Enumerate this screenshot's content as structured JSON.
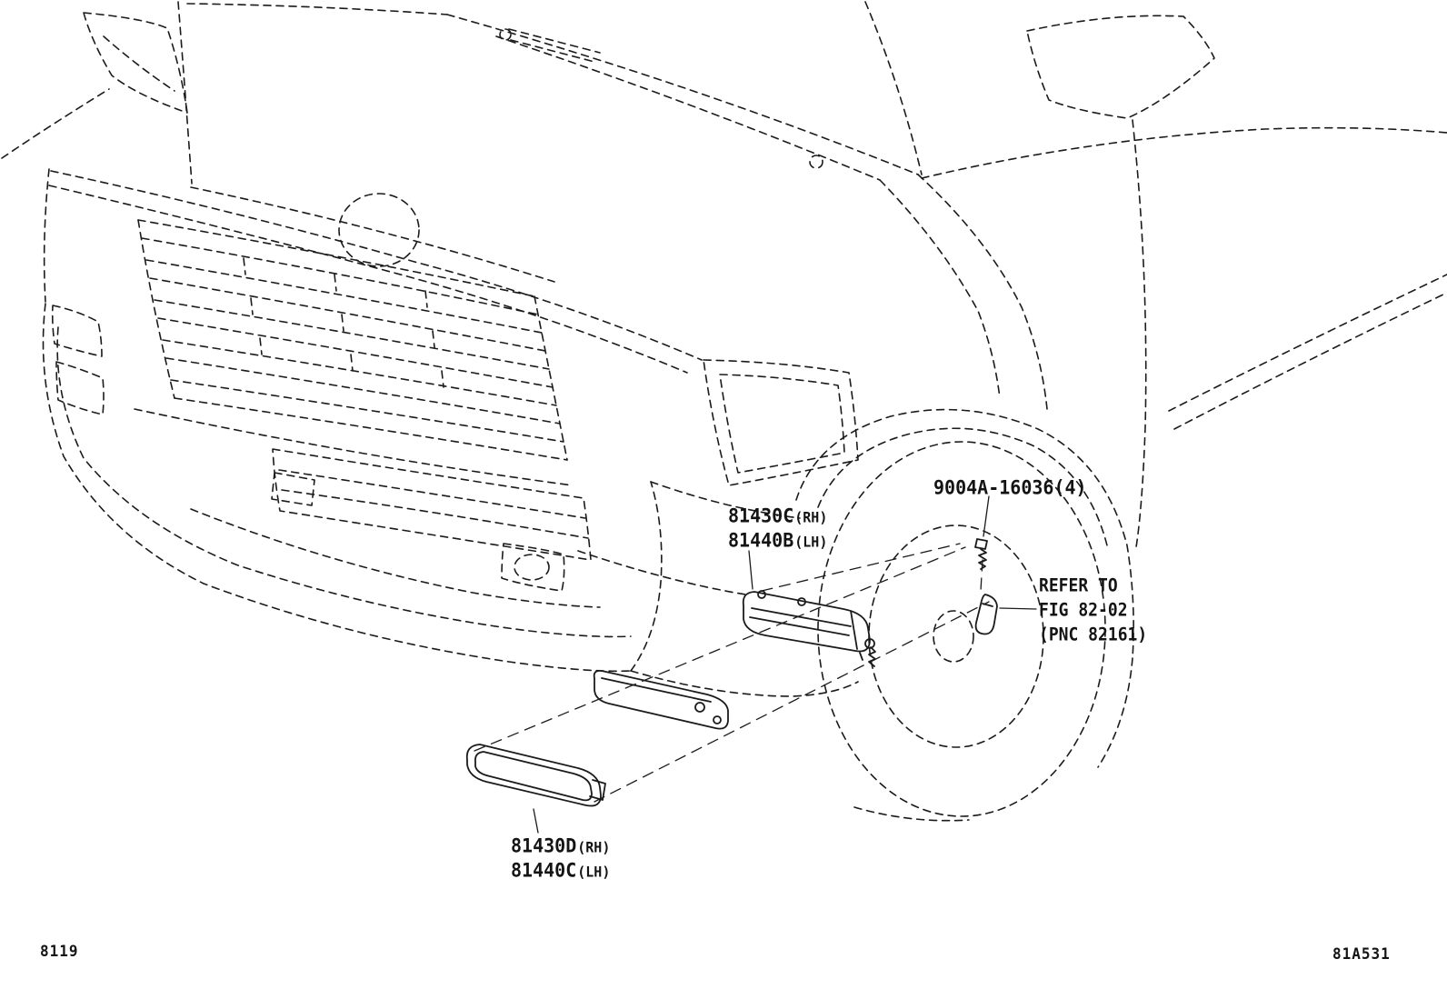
{
  "page": {
    "background": "#ffffff",
    "ink": "#1b1b1b"
  },
  "footer": {
    "left_code": "8119",
    "right_code": "81A531"
  },
  "callouts": {
    "screw_part_number": "9004A-16036(4)",
    "upper_lamp": {
      "rh_number": "81430C",
      "rh_side": "(RH)",
      "lh_number": "81440B",
      "lh_side": "(LH)"
    },
    "refer_note": {
      "line1": "REFER TO",
      "line2": "FIG 82-02",
      "line3": "(PNC 82161)"
    },
    "lower_lamp": {
      "rh_number": "81430D",
      "rh_side": "(RH)",
      "lh_number": "81440C",
      "lh_side": "(LH)"
    }
  }
}
